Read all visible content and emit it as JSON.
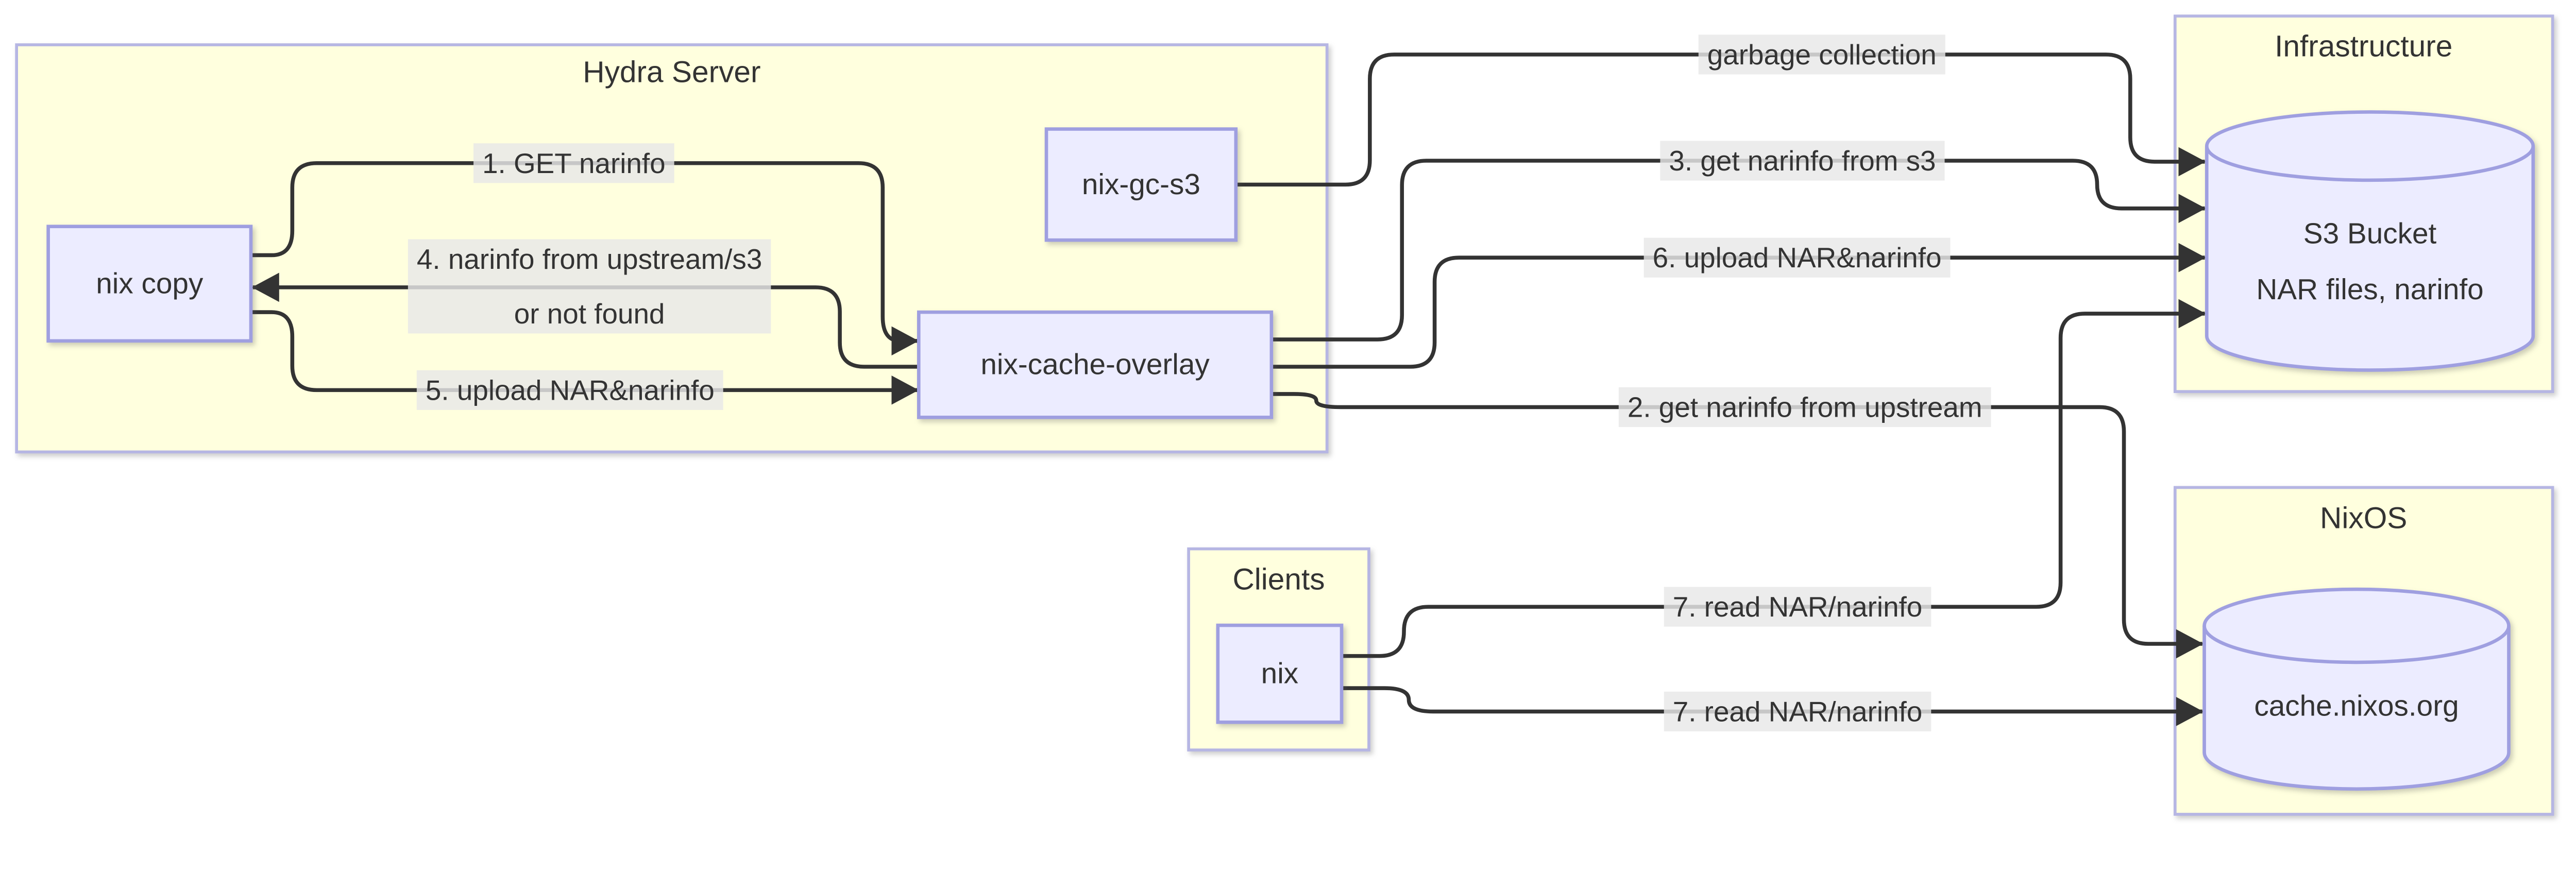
{
  "diagram": {
    "colors": {
      "background": "#ffffff",
      "cluster_fill": "#ffffde",
      "cluster_border": "#b6b6e3",
      "node_fill": "#ececff",
      "node_border": "#9f9fe0",
      "edge_stroke": "#333333",
      "edge_label_bg": "#e8e8e8",
      "text": "#333333"
    },
    "containers": [
      {
        "id": "hydra-server",
        "title": "Hydra Server"
      },
      {
        "id": "infrastructure",
        "title": "Infrastructure"
      },
      {
        "id": "nixos",
        "title": "NixOS"
      },
      {
        "id": "clients",
        "title": "Clients"
      }
    ],
    "nodes": [
      {
        "id": "nix-copy",
        "label": "nix copy"
      },
      {
        "id": "nix-gc-s3",
        "label": "nix-gc-s3"
      },
      {
        "id": "nix-cache-overlay",
        "label": "nix-cache-overlay"
      },
      {
        "id": "nix",
        "label": "nix"
      }
    ],
    "databases": [
      {
        "id": "s3-bucket",
        "lines": [
          "S3 Bucket",
          "NAR files, narinfo"
        ]
      },
      {
        "id": "cache-nixos-org",
        "lines": [
          "cache.nixos.org"
        ]
      }
    ],
    "edges": [
      {
        "id": "1-get-narinfo",
        "from": "nix copy",
        "to": "nix-cache-overlay",
        "label_lines": [
          "1. GET narinfo"
        ]
      },
      {
        "id": "4-narinfo-from-upstream-s3",
        "from": "nix-cache-overlay",
        "to": "nix copy",
        "label_lines": [
          "4. narinfo from upstream/s3",
          "or not found"
        ]
      },
      {
        "id": "5-upload-nar-narinfo",
        "from": "nix copy",
        "to": "nix-cache-overlay",
        "label_lines": [
          "5. upload NAR&narinfo"
        ]
      },
      {
        "id": "garbage-collection",
        "from": "nix-gc-s3",
        "to": "S3 Bucket",
        "label_lines": [
          "garbage collection"
        ]
      },
      {
        "id": "3-get-narinfo-from-s3",
        "from": "nix-cache-overlay",
        "to": "S3 Bucket",
        "label_lines": [
          "3. get narinfo from s3"
        ]
      },
      {
        "id": "6-upload-nar-narinfo",
        "from": "nix-cache-overlay",
        "to": "S3 Bucket",
        "label_lines": [
          "6. upload NAR&narinfo"
        ]
      },
      {
        "id": "2-get-narinfo-from-upstream",
        "from": "nix-cache-overlay",
        "to": "cache.nixos.org",
        "label_lines": [
          "2. get narinfo from upstream"
        ]
      },
      {
        "id": "7-read-nar-narinfo-s3",
        "from": "nix",
        "to": "S3 Bucket",
        "label_lines": [
          "7. read NAR/narinfo"
        ]
      },
      {
        "id": "7-read-nar-narinfo-cache",
        "from": "nix",
        "to": "cache.nixos.org",
        "label_lines": [
          "7. read NAR/narinfo"
        ]
      }
    ]
  }
}
